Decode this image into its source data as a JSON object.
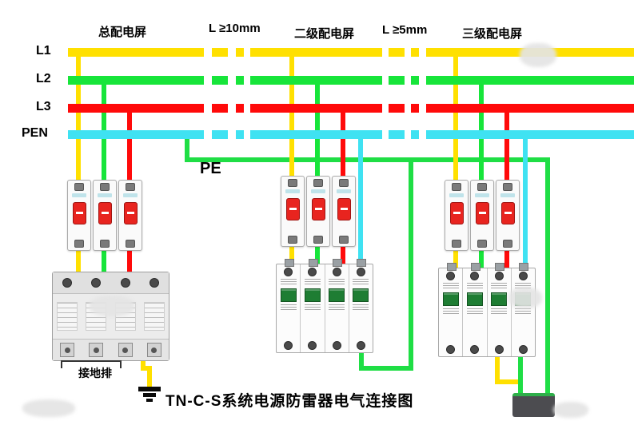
{
  "diagram": {
    "title": "TN-C-S系统电源防雷器电气连接图",
    "pe_label": "PE",
    "ground_bar_label": "接地排"
  },
  "bus_labels": {
    "l1": "L1",
    "l2": "L2",
    "l3": "L3",
    "pen": "PEN"
  },
  "top_labels": {
    "panel1": "总配电屏",
    "clearance1": "L ≥10mm",
    "panel2": "二级配电屏",
    "clearance2": "L ≥5mm",
    "panel3": "三级配电屏"
  },
  "colors": {
    "l1": "#FFE000",
    "l2": "#17E53A",
    "l3": "#FF0A0A",
    "pen": "#3FE2F2",
    "pe": "#1FDE45"
  }
}
